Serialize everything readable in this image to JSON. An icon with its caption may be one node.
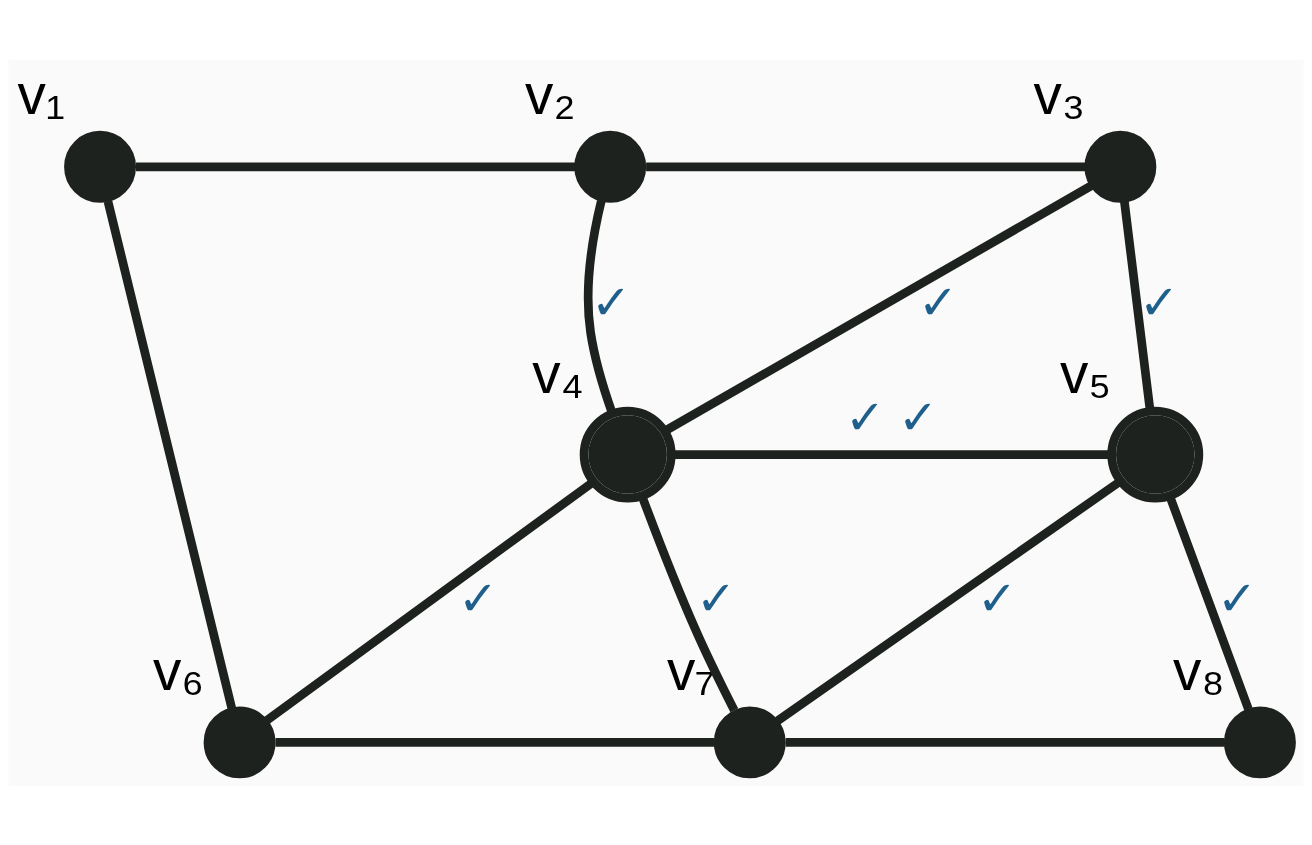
{
  "diagram": {
    "nodes": [
      {
        "text": [],
        "shape": "circle",
        "beside": [
          "v₁"
        ]
      },
      {
        "text": [],
        "shape": "circle",
        "beside": [
          "v₂"
        ]
      },
      {
        "text": [],
        "shape": "circle",
        "beside": [
          "v₃"
        ]
      },
      {
        "text": [],
        "shape": "circle",
        "beside": [
          "v₄"
        ]
      },
      {
        "text": [],
        "shape": "circle",
        "beside": [
          "v₅"
        ]
      },
      {
        "text": [],
        "shape": "circle",
        "beside": [
          "v₆"
        ]
      },
      {
        "text": [],
        "shape": "circle",
        "beside": [
          "v₇"
        ]
      },
      {
        "text": [],
        "shape": "circle",
        "beside": [
          "v₈"
        ]
      }
    ],
    "edges": [
      {
        "from": 0,
        "to": 1,
        "arrow": "none"
      },
      {
        "from": 1,
        "to": 2,
        "arrow": "none"
      },
      {
        "from": 0,
        "to": 5,
        "arrow": "none"
      },
      {
        "from": 1,
        "to": 3,
        "arrow": "none",
        "label": "✓"
      },
      {
        "from": 2,
        "to": 3,
        "arrow": "none",
        "label": "✓"
      },
      {
        "from": 2,
        "to": 4,
        "arrow": "none",
        "label": "✓"
      },
      {
        "from": 3,
        "to": 4,
        "arrow": "none",
        "label": "✓ ✓"
      },
      {
        "from": 3,
        "to": 5,
        "arrow": "none",
        "label": "✓"
      },
      {
        "from": 3,
        "to": 6,
        "arrow": "none",
        "label": "✓"
      },
      {
        "from": 4,
        "to": 6,
        "arrow": "none",
        "label": "✓"
      },
      {
        "from": 4,
        "to": 7,
        "arrow": "none",
        "label": "✓"
      },
      {
        "from": 5,
        "to": 6,
        "arrow": "none"
      },
      {
        "from": 6,
        "to": 7,
        "arrow": "none"
      }
    ]
  }
}
